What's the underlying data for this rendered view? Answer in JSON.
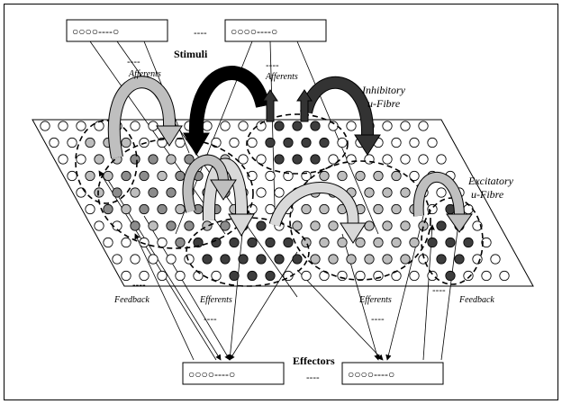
{
  "labels": {
    "stimuli": "Stimuli",
    "effectors": "Effectors",
    "afferents_left": "Afferents",
    "afferents_right": "Afferents",
    "inhibitory_line1": "Inhibitory",
    "inhibitory_line2": "u-Fibre",
    "excitatory_line1": "Excitatory",
    "excitatory_line2": "u-Fibre",
    "feedback_left": "Feedback",
    "feedback_right": "Feedback",
    "efferents_left": "Efferents",
    "efferents_right": "Efferents",
    "separator": "----"
  },
  "stimulus_arrays": [
    {
      "neurons": "○○○○----○"
    },
    {
      "neurons": "○○○○----○"
    }
  ],
  "effector_arrays": [
    {
      "neurons": "○○○○----○"
    },
    {
      "neurons": "○○○○----○"
    }
  ],
  "colors": {
    "inhibitory_arrow": "#000000",
    "inhibitory_arrow_dark": "#333333",
    "excitatory_arrow": "#bfbfbf",
    "excitatory_arrow_light": "#d9d9d9",
    "node_white": "#ffffff",
    "node_light": "#bdbdbd",
    "node_medium": "#8c8c8c",
    "node_dark": "#3d3d3d"
  }
}
